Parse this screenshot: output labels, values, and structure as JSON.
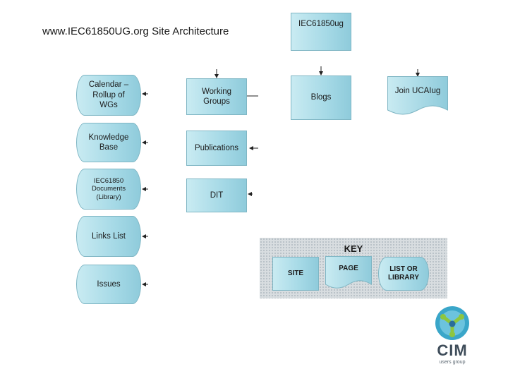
{
  "title": "www.IEC61850UG.org Site Architecture",
  "root": {
    "label": "IEC61850ug"
  },
  "top_pages": [
    {
      "label": "Working Groups"
    },
    {
      "label": "Blogs"
    },
    {
      "label": "Join UCAIug"
    }
  ],
  "sub_pages": [
    {
      "label": "Publications"
    },
    {
      "label": "DIT"
    }
  ],
  "libraries": [
    {
      "label": "Calendar – Rollup of WGs"
    },
    {
      "label": "Knowledge Base"
    },
    {
      "label": "IEC61850 Documents (Library)"
    },
    {
      "label": "Links List"
    },
    {
      "label": "Issues"
    }
  ],
  "key": {
    "title": "KEY",
    "site": "SITE",
    "page": "PAGE",
    "library": "LIST OR LIBRARY"
  },
  "logo": {
    "name": "CIM",
    "subtitle": "users group",
    "colors": {
      "ring": "#3aa6c9",
      "ring_inner": "#6cc3de",
      "y_mark": "#8dc63f",
      "center": "#2a6d9a"
    }
  }
}
